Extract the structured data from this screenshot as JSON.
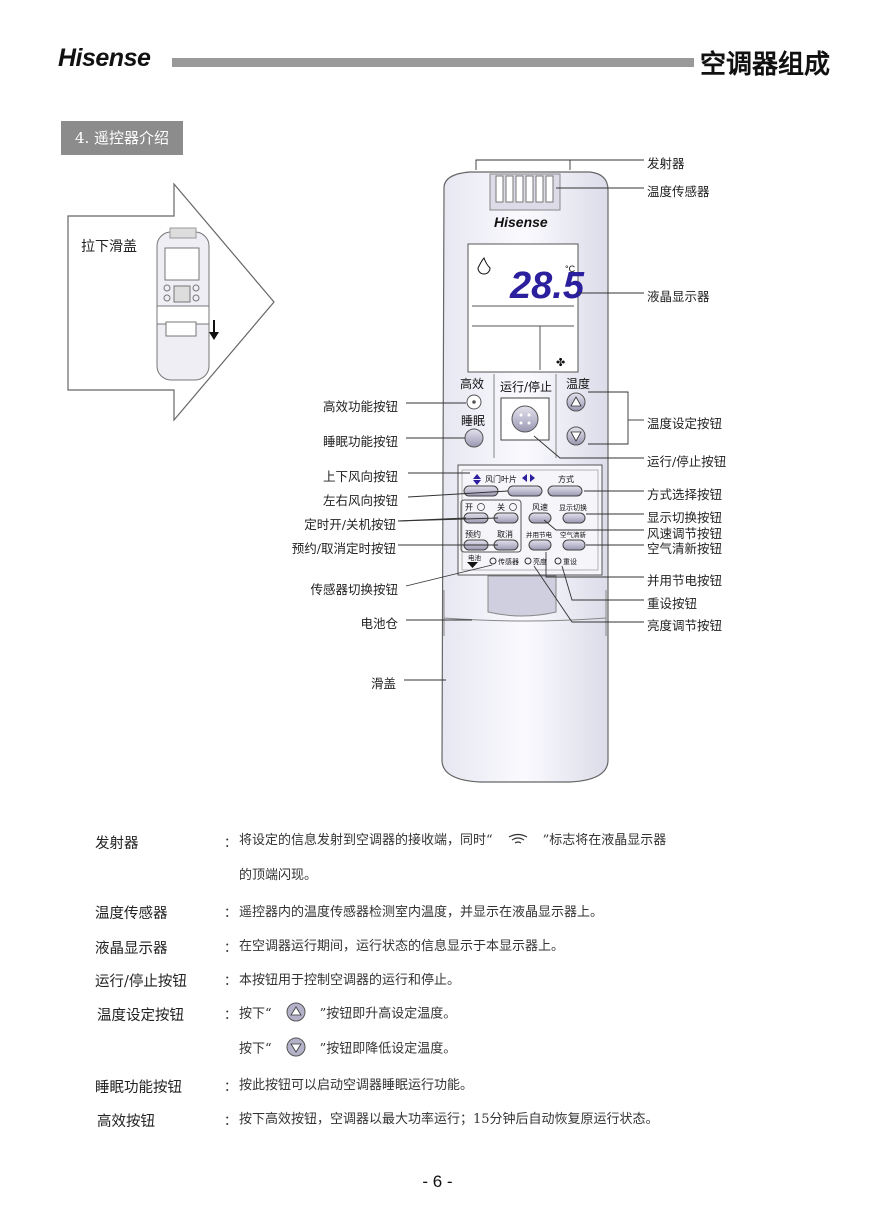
{
  "header": {
    "brand": "Hisense",
    "title": "空调器组成"
  },
  "section": {
    "tag": "4. 遥控器介绍"
  },
  "inset": {
    "slide_label": "拉下滑盖"
  },
  "remote": {
    "brand": "Hisense",
    "lcd_temp": "28.5",
    "lcd_unit": "°C",
    "btn_high": "高效",
    "btn_sleep": "睡眠",
    "btn_run": "运行/停止",
    "btn_temp": "温度",
    "btn_fan_louver": "风门叶片",
    "btn_mode": "方式",
    "btn_on": "开",
    "btn_off": "关",
    "btn_speed": "风速",
    "btn_display": "显示切换",
    "btn_reserve": "预约",
    "btn_cancel": "取消",
    "btn_save": "并用节电",
    "btn_air": "空气清新",
    "btn_battery": "电池",
    "btn_sensor": "传感器",
    "btn_bright": "亮度",
    "btn_reset": "重设"
  },
  "callouts": {
    "right": [
      "发射器",
      "温度传感器",
      "液晶显示器",
      "温度设定按钮",
      "运行/停止按钮",
      "方式选择按钮",
      "显示切换按钮",
      "风速调节按钮",
      "空气清新按钮",
      "并用节电按钮",
      "重设按钮",
      "亮度调节按钮"
    ],
    "left": [
      "高效功能按钮",
      "睡眠功能按钮",
      "上下风向按钮",
      "左右风向按钮",
      "定时开/关机按钮",
      "预约/取消定时按钮",
      "传感器切换按钮",
      "电池仓",
      "滑盖"
    ]
  },
  "descriptions": [
    {
      "term": "发射器",
      "text1": "将设定的信息发射到空调器的接收端，同时“",
      "text2": "”标志将在液晶显示器",
      "line2": "的顶端闪现。"
    },
    {
      "term": "温度传感器",
      "text": "遥控器内的温度传感器检测室内温度，并显示在液晶显示器上。"
    },
    {
      "term": "液晶显示器",
      "text": "在空调器运行期间，运行状态的信息显示于本显示器上。"
    },
    {
      "term": "运行/停止按钮",
      "text": "本按钮用于控制空调器的运行和停止。"
    },
    {
      "term": "温度设定按钮",
      "up1": "按下“",
      "up2": "”按钮即升高设定温度。",
      "down1": "按下“",
      "down2": "”按钮即降低设定温度。"
    },
    {
      "term": "睡眠功能按钮",
      "text": "按此按钮可以启动空调器睡眠运行功能。"
    },
    {
      "term": "高效按钮",
      "text": "按下高效按钮，空调器以最大功率运行；15分钟后自动恢复原运行状态。"
    }
  ],
  "colon": "：",
  "footer": {
    "page": "- 6 -"
  }
}
